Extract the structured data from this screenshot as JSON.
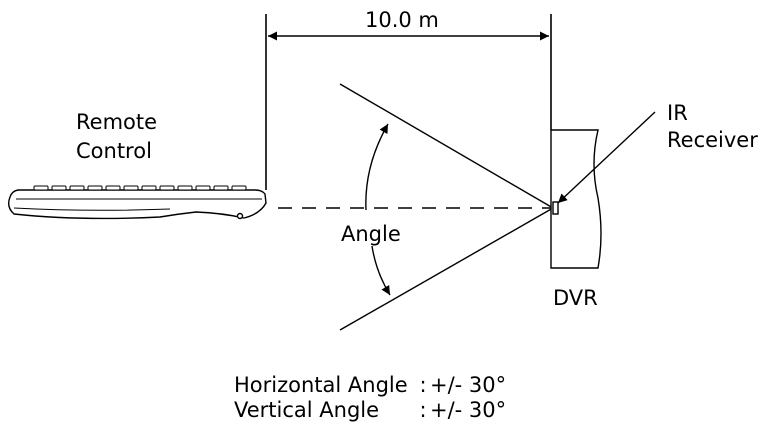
{
  "diagram": {
    "distance_label": "10.0 m",
    "remote_label_line1": "Remote",
    "remote_label_line2": "Control",
    "angle_label": "Angle",
    "receiver_label_line1": "IR",
    "receiver_label_line2": "Receiver",
    "device_label": "DVR"
  },
  "specs": [
    {
      "label": "Horizontal Angle",
      "separator": ":",
      "value": "+/- 30°"
    },
    {
      "label": "Vertical Angle",
      "separator": ":",
      "value": "+/- 30°"
    }
  ],
  "colors": {
    "line": "#000000",
    "background": "#ffffff",
    "remote_fill": "#ffffff"
  }
}
